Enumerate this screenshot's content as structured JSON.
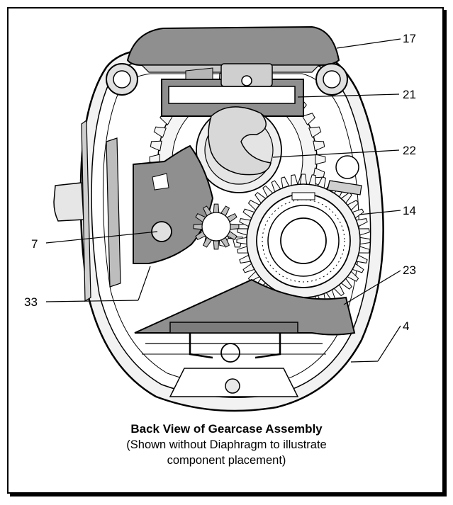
{
  "caption": {
    "title": "Back View of Gearcase Assembly",
    "line1": "(Shown without Diaphragm to illustrate",
    "line2": "component placement)"
  },
  "callouts": {
    "c17": "17",
    "c21": "21",
    "c22": "22",
    "c14": "14",
    "c7": "7",
    "c23": "23",
    "c33": "33",
    "c4": "4"
  },
  "colors": {
    "part_gray": "#8f8f8f",
    "light_gray": "#d9d9d9",
    "line": "#000000"
  }
}
